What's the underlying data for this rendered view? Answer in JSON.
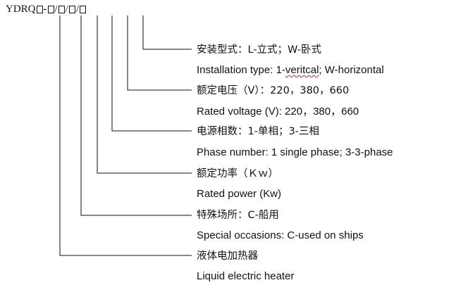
{
  "model_code": {
    "prefix": "YDRQ",
    "separators": [
      "-",
      "/",
      "/",
      "/"
    ]
  },
  "fields": [
    {
      "cn": "安装型式：L-立式；W-卧式",
      "en_before": "Installation type: 1-",
      "en_flag": "veritcal",
      "en_after": "; W-horizontal"
    },
    {
      "cn": "额定电压（V）：220，380，660",
      "en": "Rated voltage (V): 220，380，660"
    },
    {
      "cn": "电源相数：1-单相；3-三相",
      "en": "Phase number: 1 single phase; 3-3-phase"
    },
    {
      "cn": "额定功率（Ｋｗ）",
      "en": "Rated power (Kw)"
    },
    {
      "cn": "特殊场所：C-船用",
      "en": "Special occasions: C-used on ships"
    },
    {
      "cn": "液体电加热器",
      "en": "Liquid electric heater"
    }
  ],
  "colors": {
    "text": "#111111",
    "lines": "#111111",
    "spellcheck_underline": "#cc2222"
  }
}
